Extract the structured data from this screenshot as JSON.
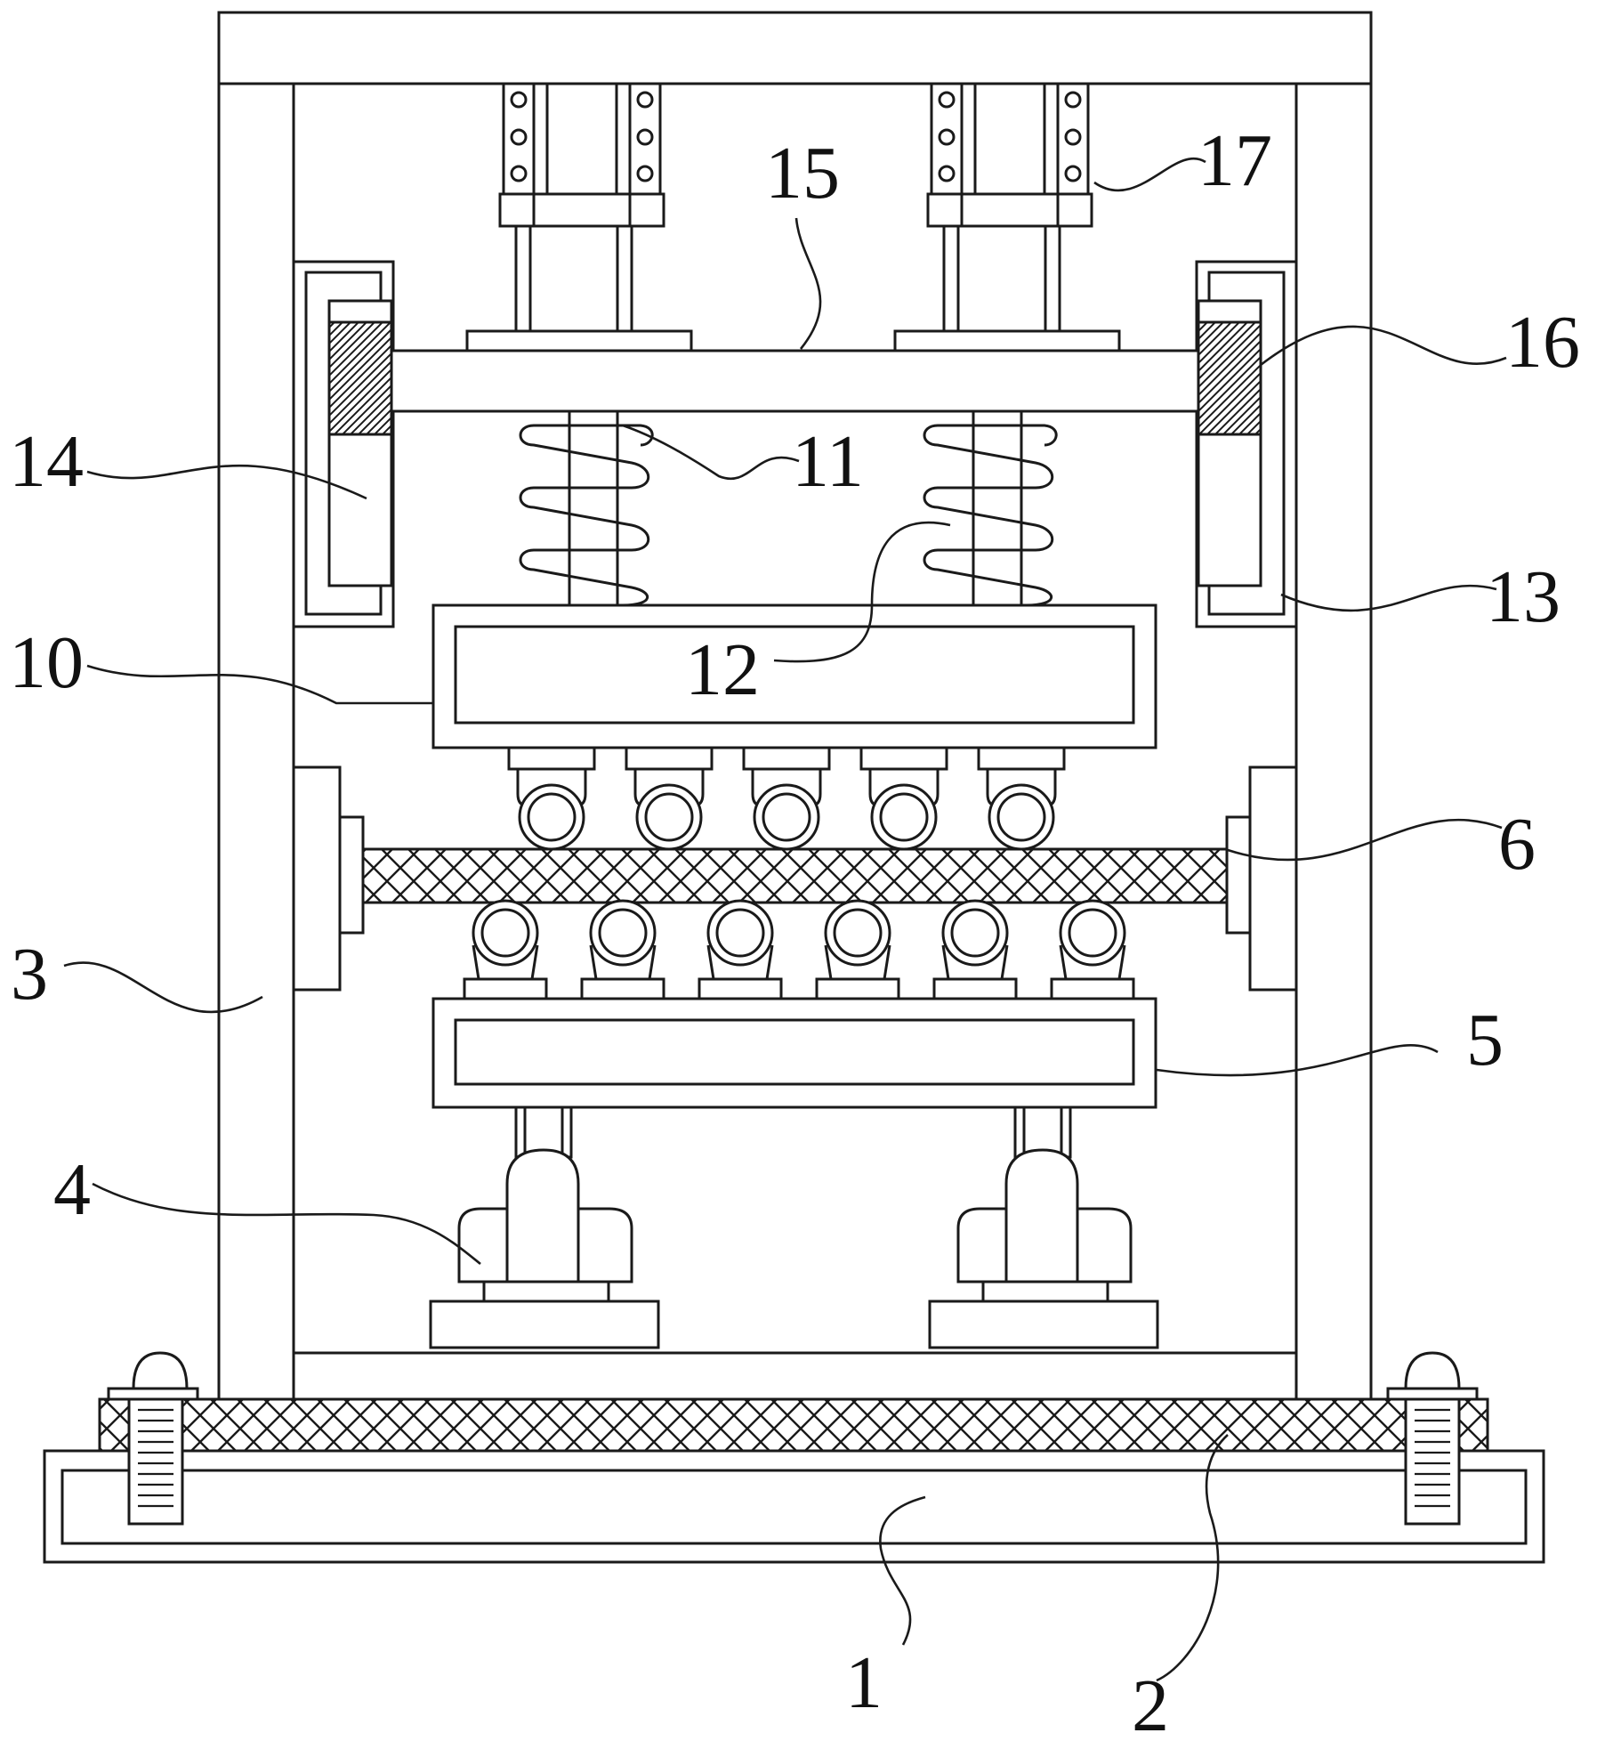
{
  "figure": {
    "line_color": "#1a1a1a",
    "background": "#ffffff",
    "labels": [
      "1",
      "2",
      "3",
      "4",
      "5",
      "6",
      "10",
      "11",
      "12",
      "13",
      "14",
      "15",
      "16",
      "17"
    ]
  }
}
